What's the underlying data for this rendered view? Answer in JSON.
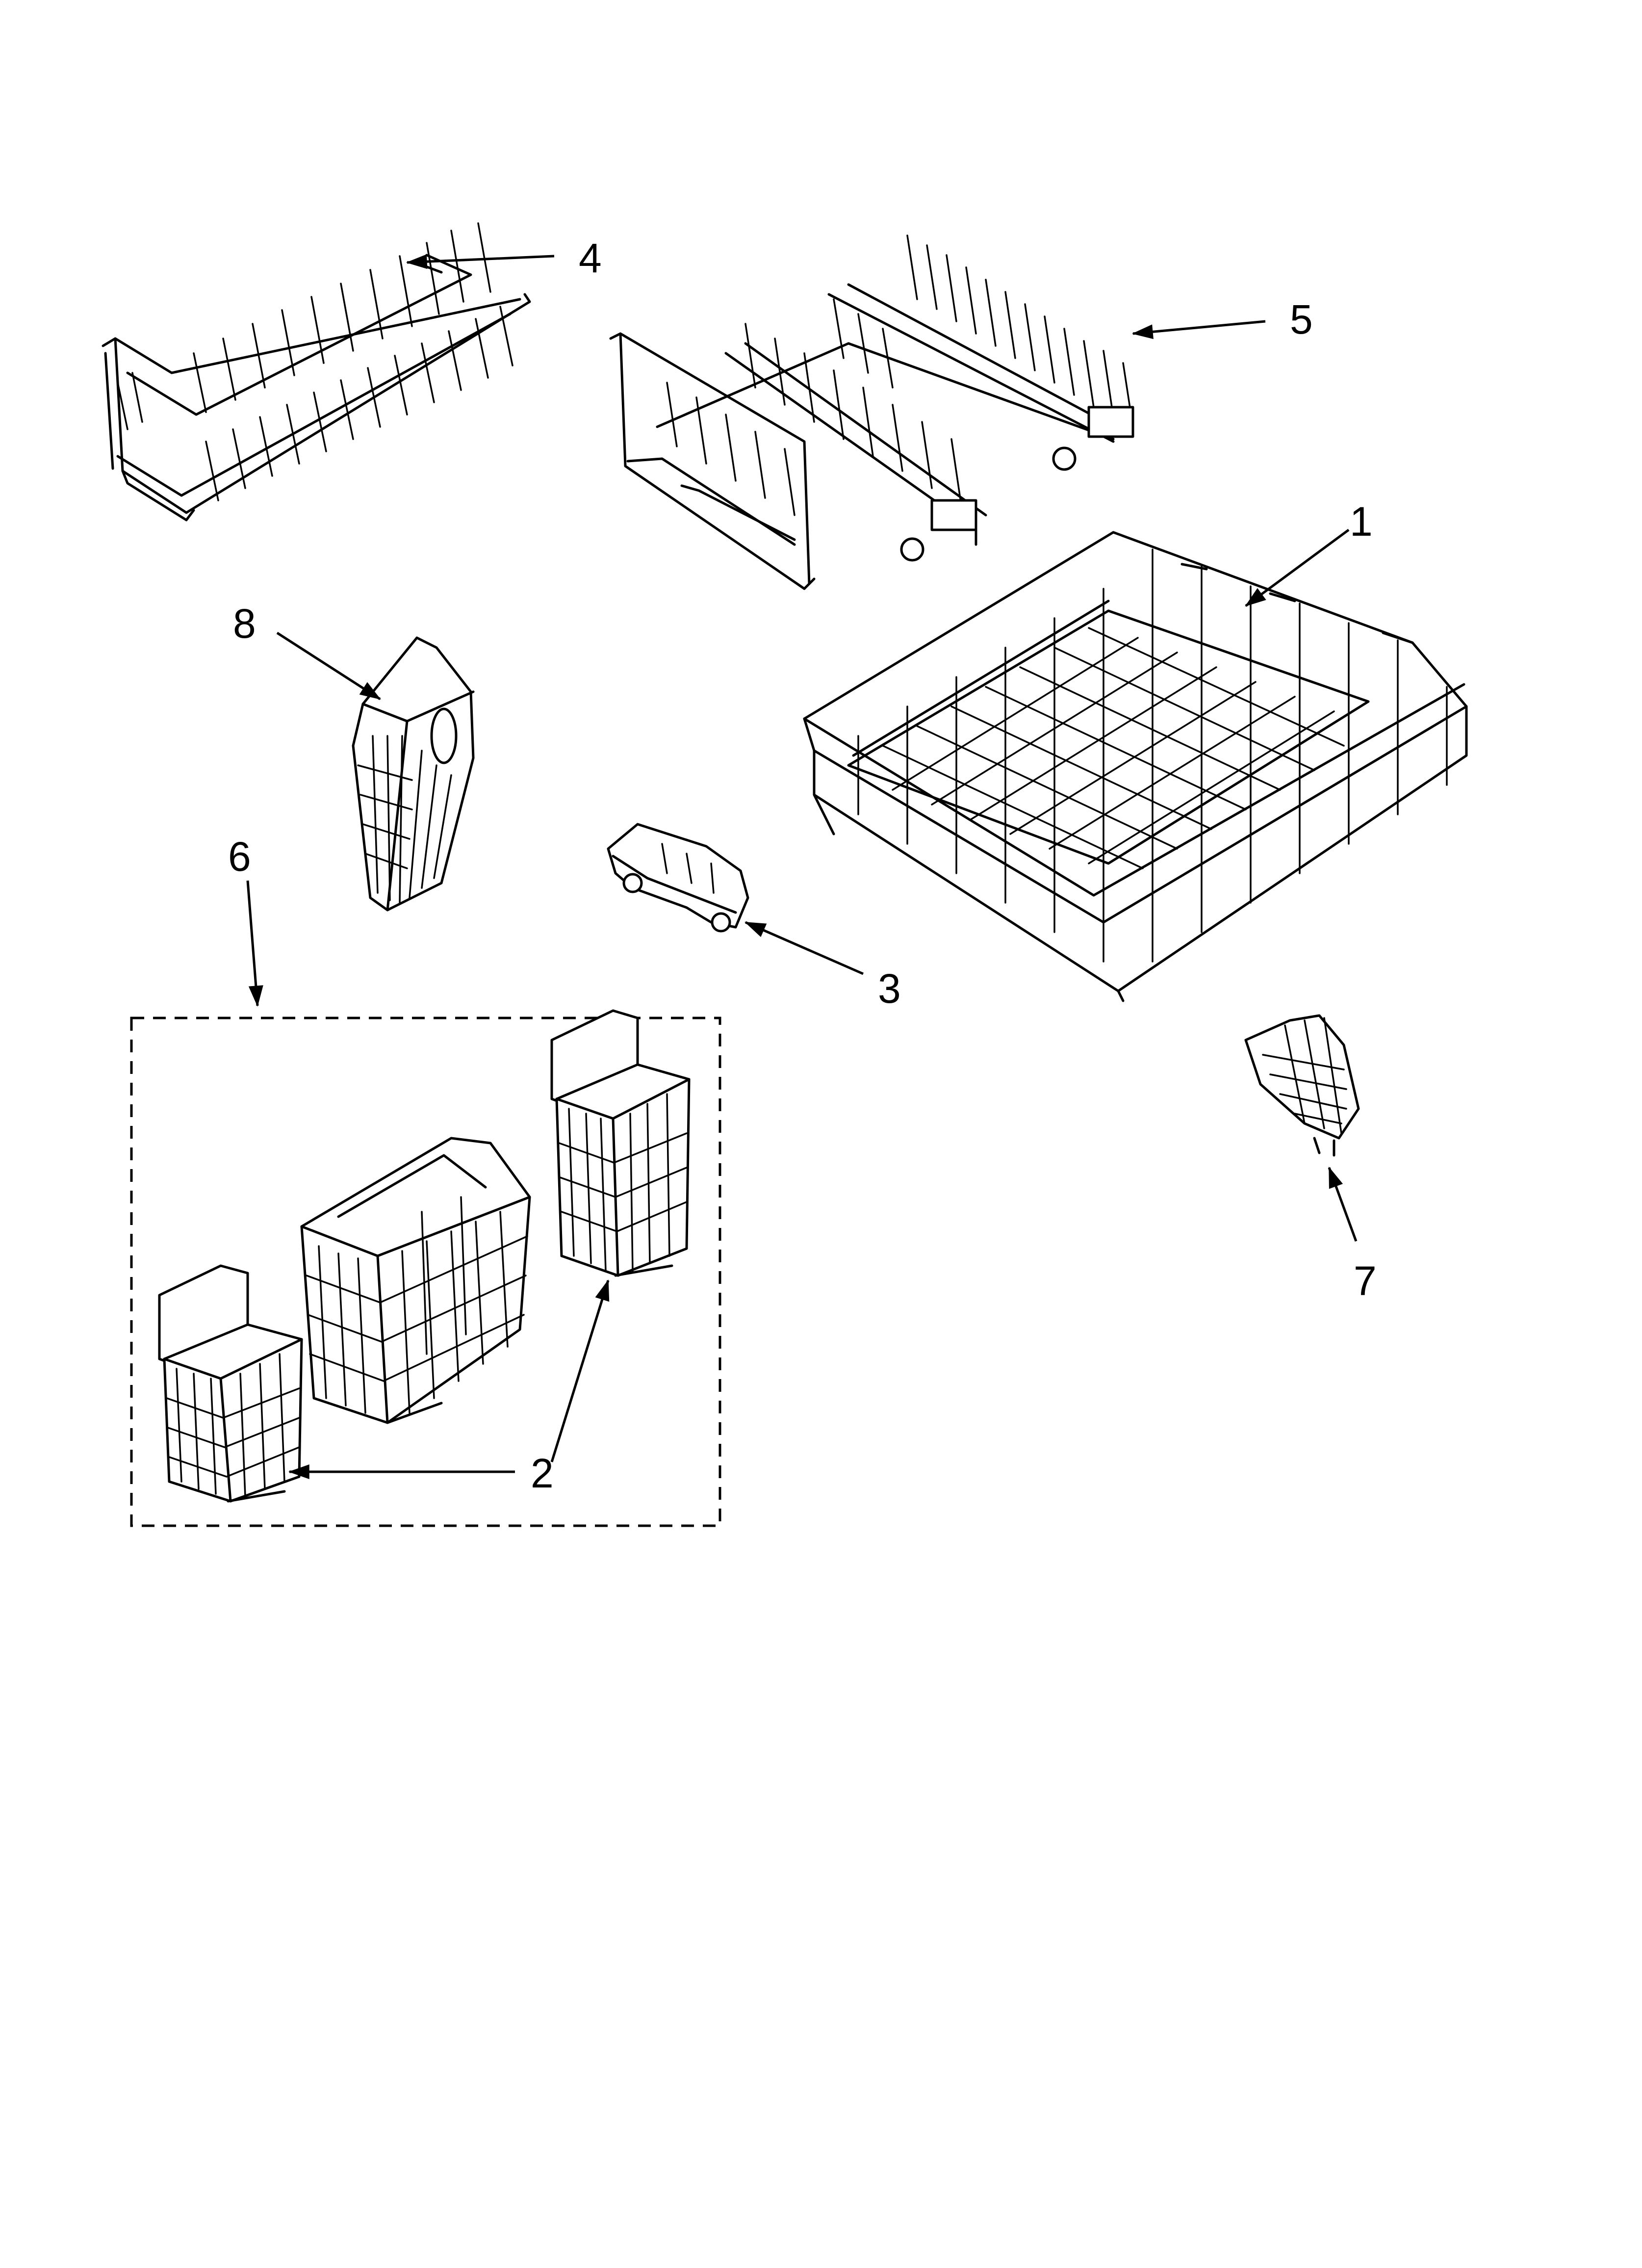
{
  "diagram": {
    "colors": {
      "ink": "#000000",
      "paper": "#ffffff"
    },
    "callouts": [
      {
        "id": "1",
        "label": "1"
      },
      {
        "id": "2",
        "label": "2"
      },
      {
        "id": "3",
        "label": "3"
      },
      {
        "id": "4",
        "label": "4"
      },
      {
        "id": "5",
        "label": "5"
      },
      {
        "id": "6",
        "label": "6"
      },
      {
        "id": "7",
        "label": "7"
      },
      {
        "id": "8",
        "label": "8"
      }
    ]
  }
}
